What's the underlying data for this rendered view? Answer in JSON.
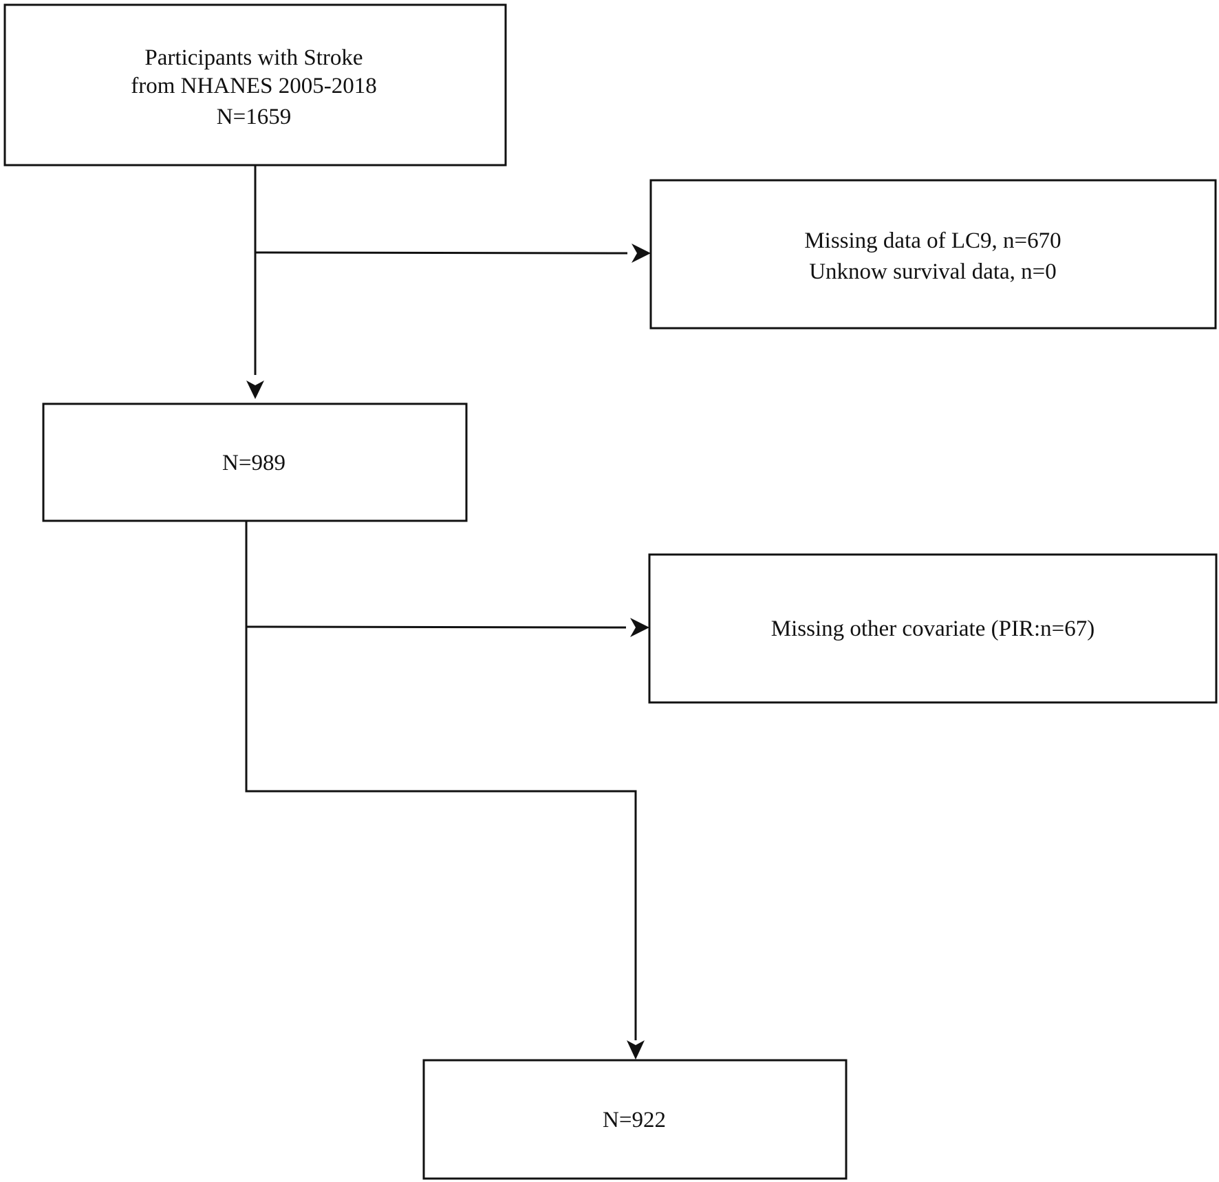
{
  "nodes": {
    "start": {
      "lines": [
        "Participants with Stroke",
        "from NHANES 2005-2018",
        "N=1659"
      ]
    },
    "exclusion1": {
      "lines": [
        "Missing data of LC9, n=670",
        "Unknow survival data, n=0"
      ]
    },
    "middle": {
      "lines": [
        "N=989"
      ]
    },
    "exclusion2": {
      "lines": [
        "Missing other covariate (PIR:n=67)"
      ]
    },
    "final": {
      "lines": [
        "N=922"
      ]
    }
  },
  "colors": {
    "stroke": "#111111",
    "text": "#111111",
    "background": "#ffffff"
  }
}
